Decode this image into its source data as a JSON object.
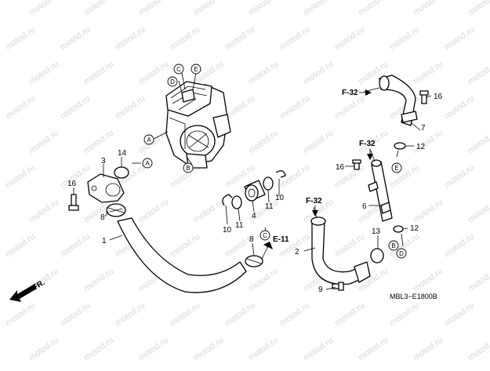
{
  "watermark": {
    "text": "motod.ru"
  },
  "parts": [
    {
      "num": "1"
    },
    {
      "num": "2"
    },
    {
      "num": "3"
    },
    {
      "num": "4"
    },
    {
      "num": "6"
    },
    {
      "num": "7"
    },
    {
      "num": "8"
    },
    {
      "num": "8"
    },
    {
      "num": "9"
    },
    {
      "num": "10"
    },
    {
      "num": "10"
    },
    {
      "num": "11"
    },
    {
      "num": "11"
    },
    {
      "num": "12"
    },
    {
      "num": "12"
    },
    {
      "num": "13"
    },
    {
      "num": "14"
    },
    {
      "num": "16"
    },
    {
      "num": "16"
    },
    {
      "num": "16"
    }
  ],
  "refs": [
    {
      "label": "F-32"
    },
    {
      "label": "F-32"
    },
    {
      "label": "F-32"
    },
    {
      "label": "E-11"
    }
  ],
  "circles": [
    {
      "label": "A"
    },
    {
      "label": "A"
    },
    {
      "label": "B"
    },
    {
      "label": "B"
    },
    {
      "label": "C"
    },
    {
      "label": "C"
    },
    {
      "label": "D"
    },
    {
      "label": "D"
    },
    {
      "label": "E"
    },
    {
      "label": "E"
    }
  ],
  "direction": {
    "label": "FR."
  },
  "diagram_code": "MBL3−E1800B"
}
